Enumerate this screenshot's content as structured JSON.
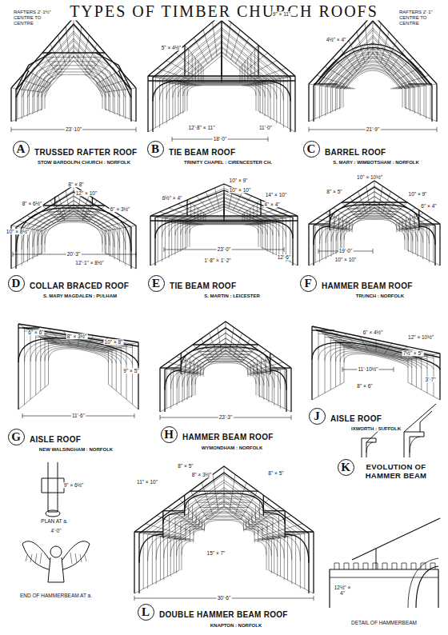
{
  "diagram": {
    "title": "TYPES OF TIMBER CHURCH ROOFS",
    "nodes": [
      {
        "text": [
          "A"
        ]
      },
      {
        "text": [
          "B"
        ]
      },
      {
        "text": [
          "C"
        ]
      },
      {
        "text": [
          "D"
        ]
      },
      {
        "text": [
          "E"
        ]
      },
      {
        "text": [
          "F"
        ]
      },
      {
        "text": [
          "G"
        ]
      },
      {
        "text": [
          "H"
        ]
      },
      {
        "text": [
          "J"
        ]
      },
      {
        "text": [
          "K"
        ]
      },
      {
        "text": [
          "L"
        ]
      }
    ],
    "labels": [
      "RAFTERS 2'·1½\" CENTRE TO CENTRE",
      "23'·10\"",
      "TRUSSED RAFTER ROOF",
      "STOW BARDOLPH CHURCH : NORFOLK",
      "9\" × 11\"",
      "5\" × 4½\"",
      "12'·8\" × 11\"",
      "11'·0\"",
      "18'·0\"",
      "TIE BEAM ROOF",
      "TRINITY CHAPEL : CIRENCESTER CH.",
      "RAFTERS 2'·1\" CENTRE TO CENTRE",
      "4½\" × 4\"",
      "21'·9\"",
      "BARREL ROOF",
      "S. MARY : WIMBOTSHAM : NORFOLK",
      "8\" × 8\"",
      "12\" × 10\"",
      "8\" × 6½\"",
      "6\" × 3½\"",
      "10\" × 8½\"",
      "20'·3\"",
      "12'·1\" × 8½\"",
      "COLLAR BRACED ROOF",
      "S. MARY MAGDALEN : PULHAM",
      "10\" × 9\"",
      "6½\" × 4\"",
      "14\" × 10\"",
      "4\" × 4\"",
      "10\" × 10\"",
      "23'·0\"",
      "12'·6\"",
      "1'·8\" × 1'·2\"",
      "TIE BEAM ROOF",
      "S. MARTIN : LEICESTER",
      "10\" × 10½\"",
      "8\" × 5\"",
      "10\" × 9\"",
      "6\" × 4\"",
      "10\" × 10\"",
      "19'·0\"",
      "HAMMER BEAM ROOF",
      "TRUNCH : NORFOLK",
      "6\" × 6\"",
      "8\" × 3½\"",
      "10\" × 8\"",
      "9\" × 5\"",
      "11'·6\"",
      "AISLE ROOF",
      "NEW WALSINGHAM : NORFOLK",
      "23'·3\"",
      "HAMMER BEAM ROOF",
      "WYMONDHAM : NORFOLK",
      "6\" × 4½\"",
      "12\" × 10½\"",
      "7½\" × 5\"",
      "11'·10½\"",
      "8\" × 6\"",
      "3'·7\"",
      "AISLE ROOF",
      "IXWORTH : SUFFOLK",
      "EVOLUTION OF HAMMER BEAM",
      "9\" × 6½\"",
      "PLAN AT a.",
      "4'·0\"",
      "END OF HAMMERBEAM AT a.",
      "8\" × 5\"",
      "8\" × 3½\"",
      "8\" × 5\"",
      "11\" × 10\"",
      "15\" × 7\"",
      "30'·6\"",
      "DOUBLE HAMMER BEAM ROOF",
      "KNAPTON : NORFOLK",
      "12½\" × 4\"",
      "DETAIL OF HAMMERBEAM"
    ]
  }
}
